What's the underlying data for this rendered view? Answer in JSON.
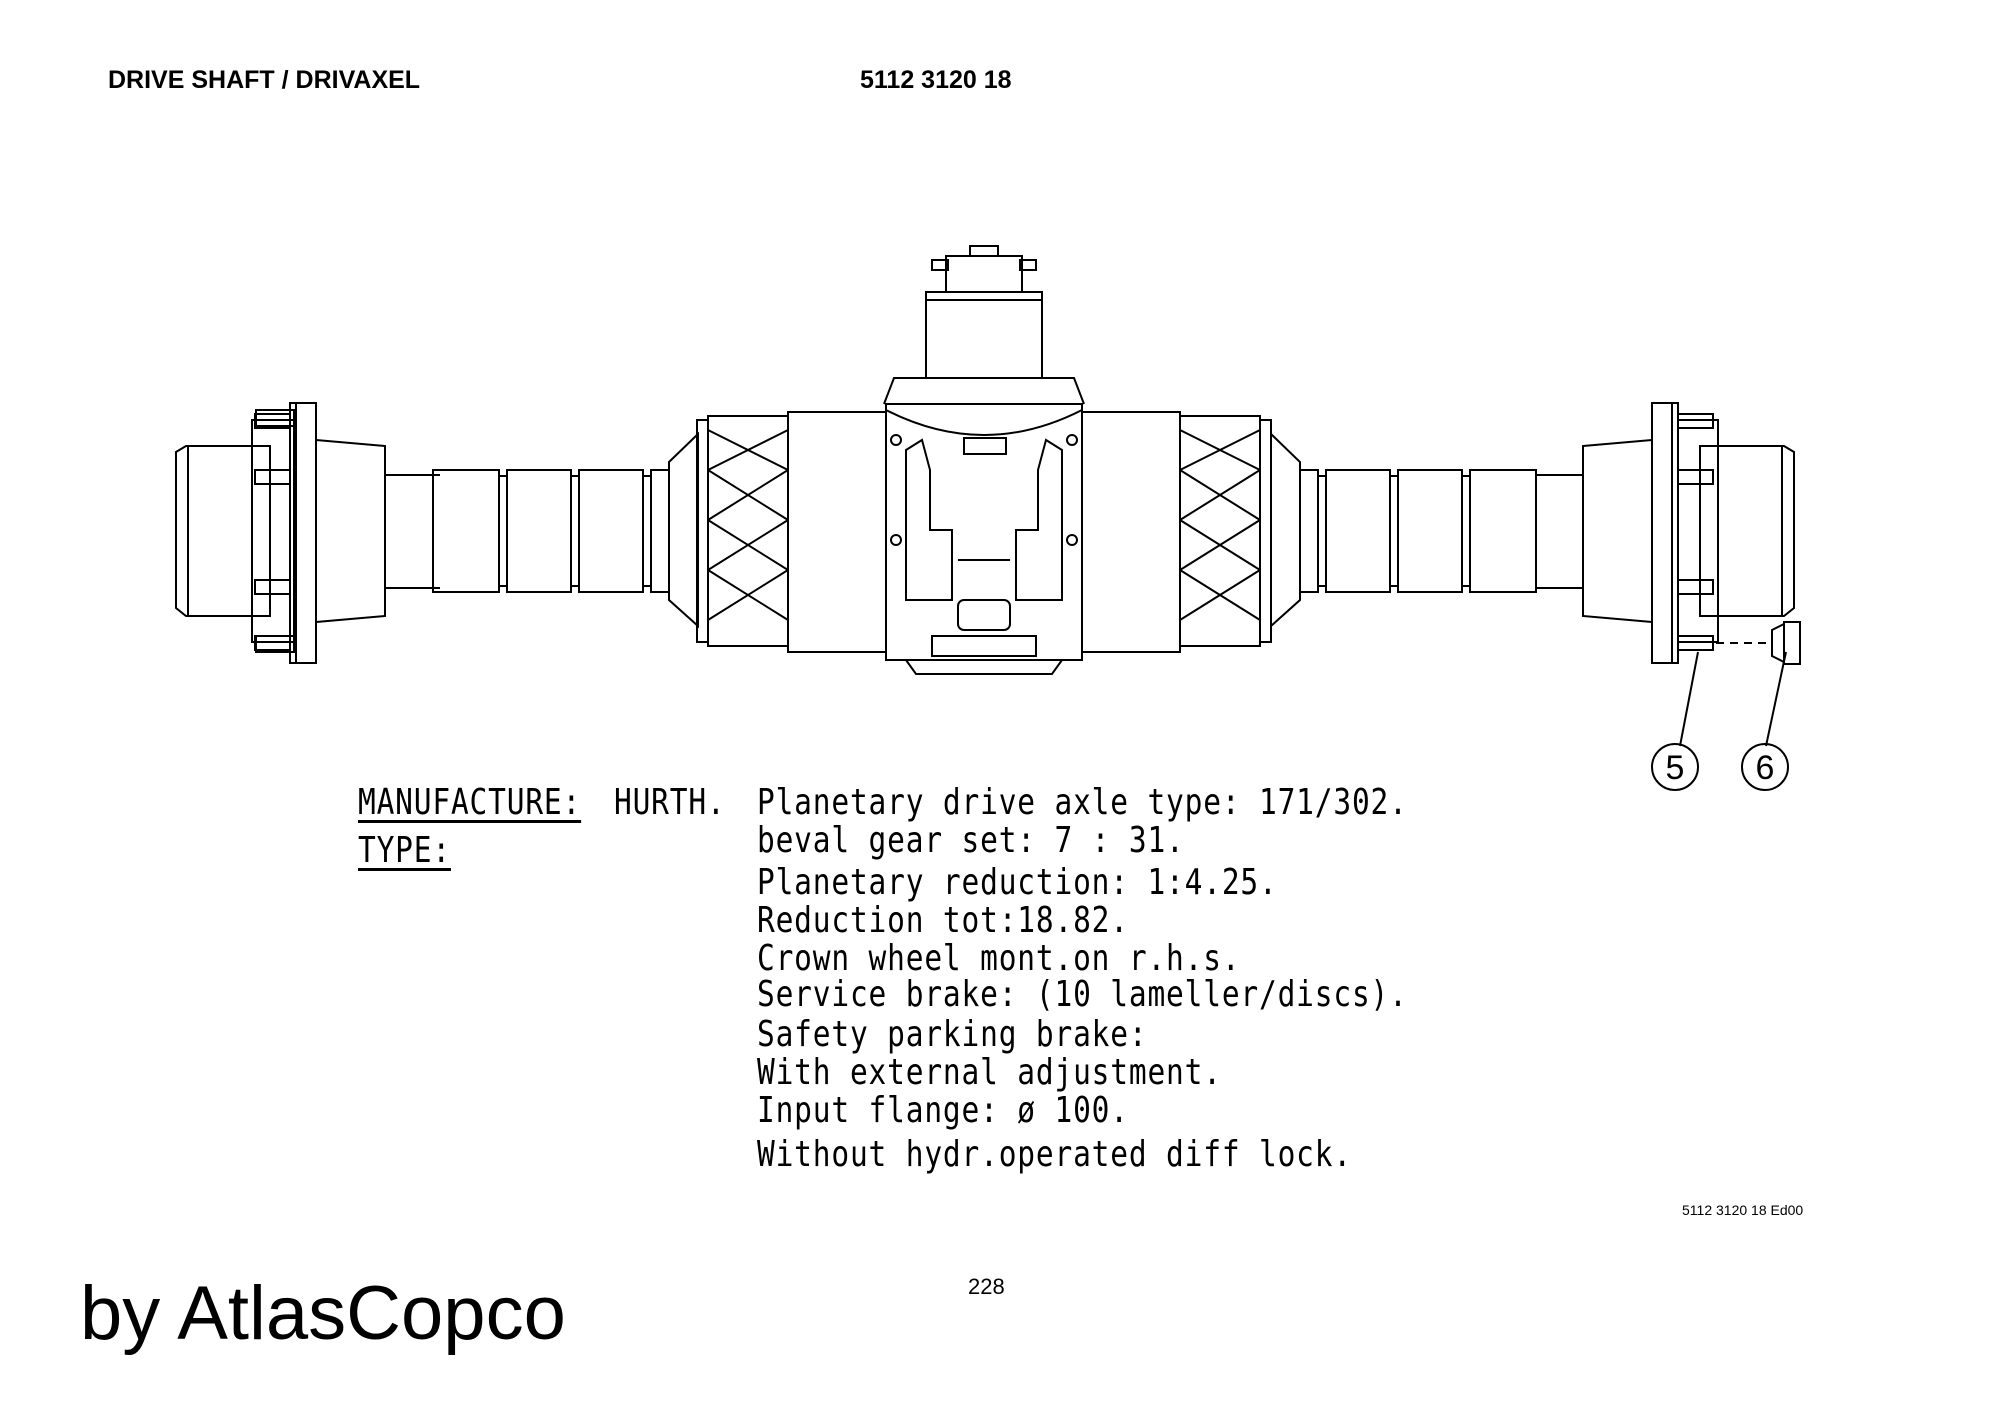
{
  "header": {
    "title": "DRIVE SHAFT / DRIVAXEL",
    "part_number": "5112 3120 18"
  },
  "callouts": [
    "5",
    "6"
  ],
  "spec": {
    "manufacture_label": "MANUFACTURE:",
    "manufacture_value": "HURTH.",
    "type_label": "TYPE:",
    "lines": [
      "Planetary drive axle type: 171/302.",
      "beval gear set: 7 : 31.",
      "Planetary reduction: 1:4.25.",
      "Reduction tot:18.82.",
      "Crown wheel mont.on r.h.s.",
      "Service brake: (10 lameller/discs).",
      "Safety parking brake:",
      "With external adjustment.",
      "Input flange: ø 100.",
      "Without hydr.operated diff lock."
    ]
  },
  "footer": {
    "drawing_ref": "5112 3120 18 Ed00",
    "page_number": "228",
    "brand": "by AtlasCopco"
  }
}
